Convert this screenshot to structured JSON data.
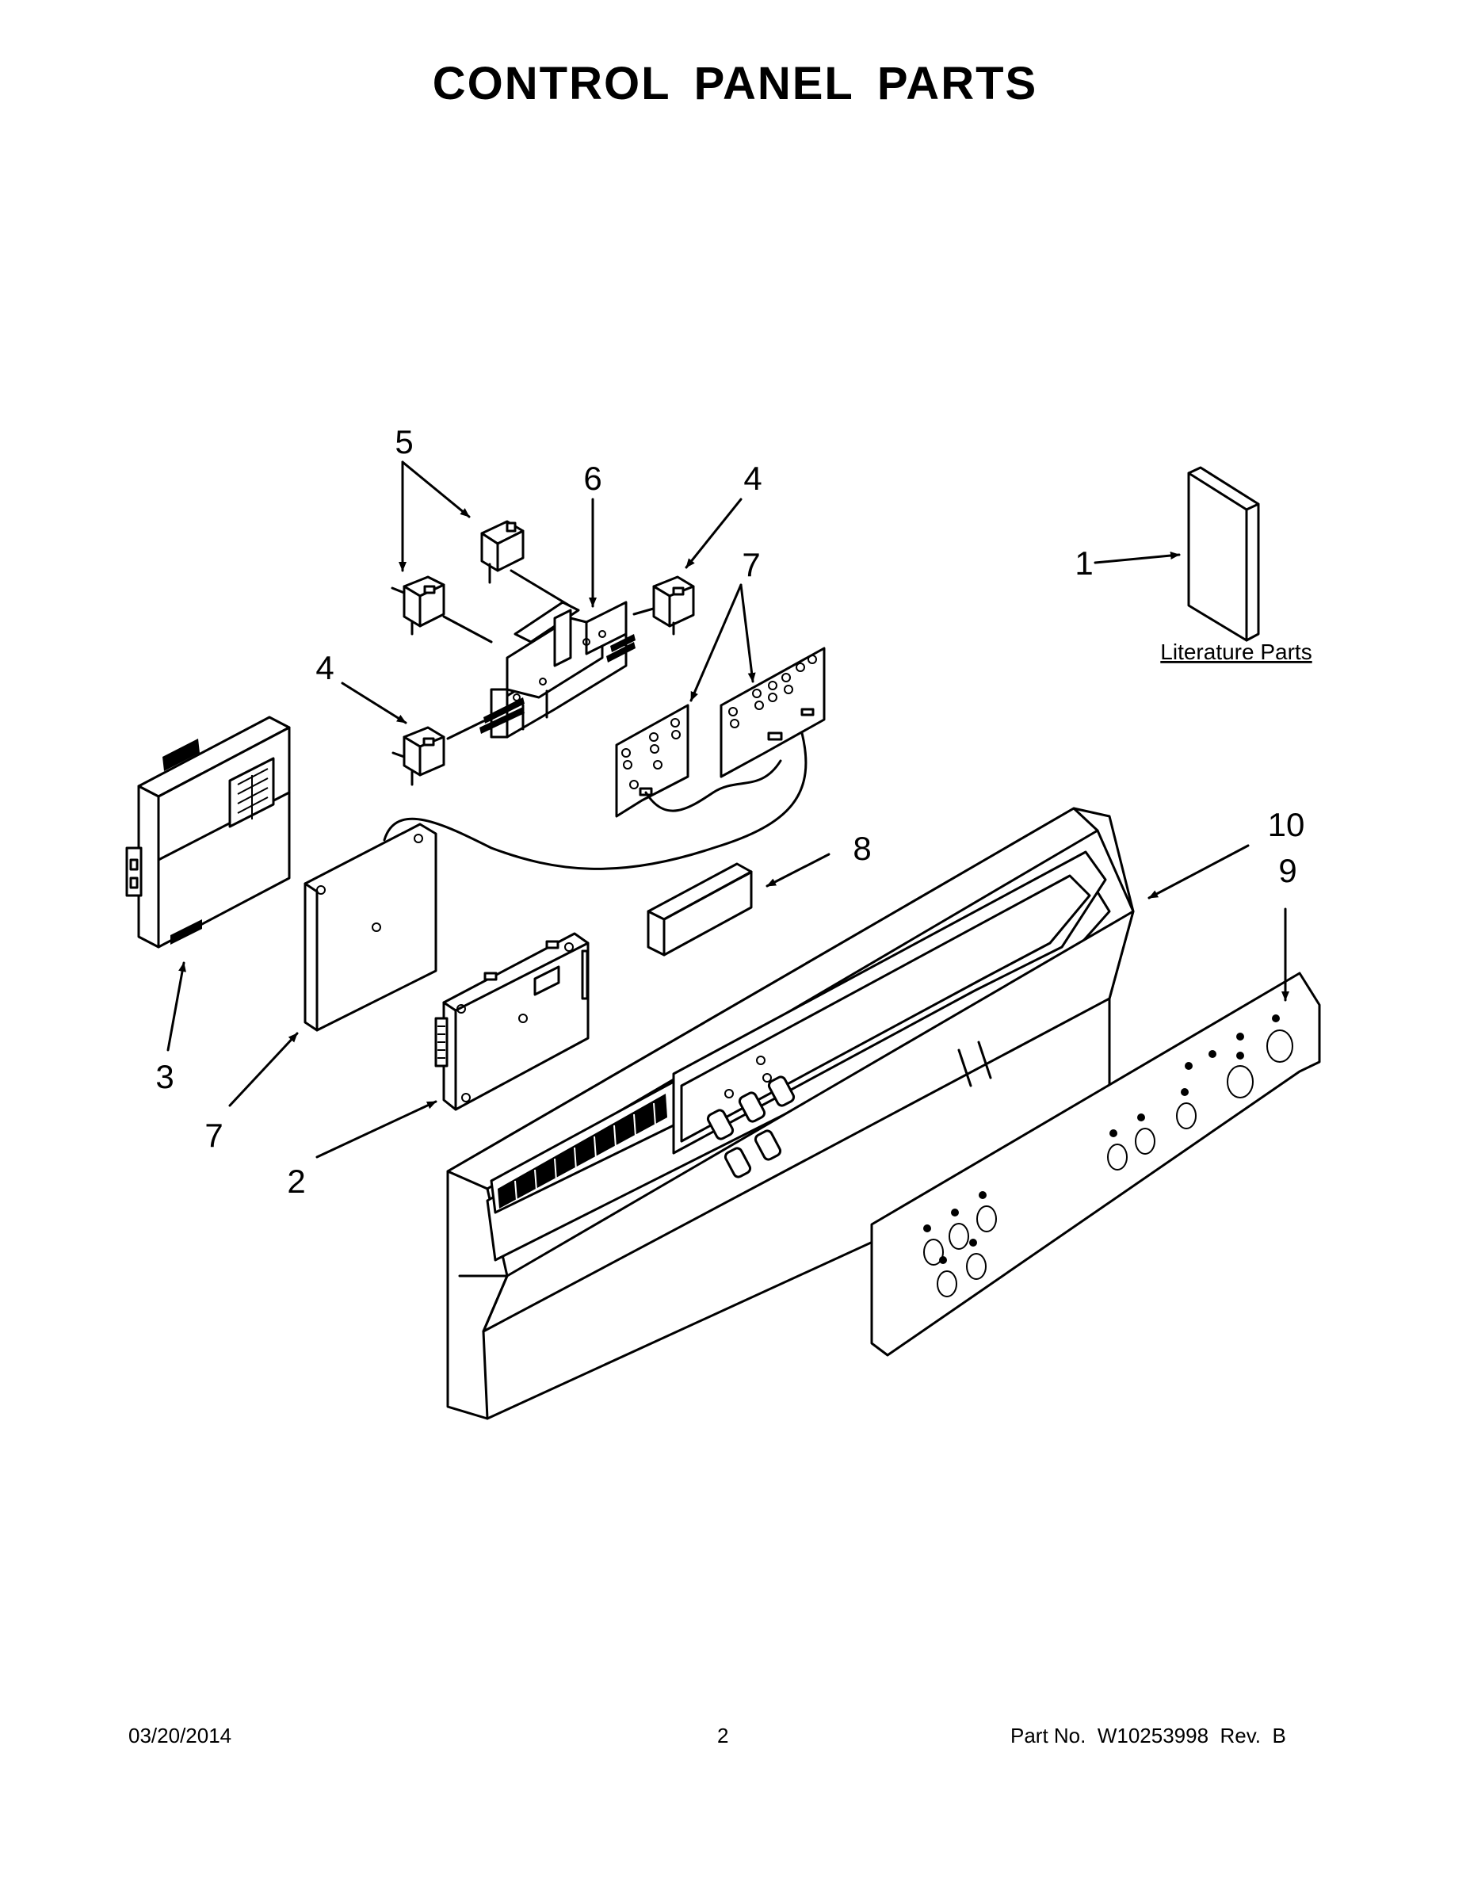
{
  "page": {
    "title": "CONTROL PANEL PARTS",
    "footer": {
      "date": "03/20/2014",
      "page_number": "2",
      "part_number": "Part No.  W10253998  Rev.  B"
    }
  },
  "diagram": {
    "callouts": [
      {
        "id": "c5",
        "label": "5"
      },
      {
        "id": "c6",
        "label": "6"
      },
      {
        "id": "c4a",
        "label": "4"
      },
      {
        "id": "c7a",
        "label": "7"
      },
      {
        "id": "c1",
        "label": "1"
      },
      {
        "id": "c4b",
        "label": "4"
      },
      {
        "id": "c10",
        "label": "10"
      },
      {
        "id": "c9",
        "label": "9"
      },
      {
        "id": "c8",
        "label": "8"
      },
      {
        "id": "c3",
        "label": "3"
      },
      {
        "id": "c7b",
        "label": "7"
      },
      {
        "id": "c2",
        "label": "2"
      }
    ],
    "literature_label": "Literature Parts"
  }
}
